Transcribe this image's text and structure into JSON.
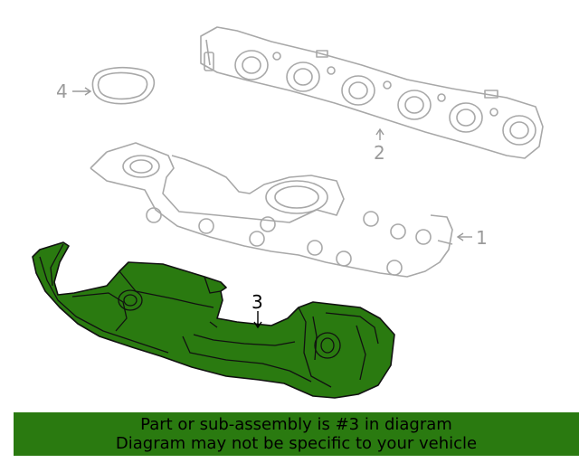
{
  "callouts": {
    "c1": "1",
    "c2": "2",
    "c3": "3",
    "c4": "4"
  },
  "banner": {
    "line1": "Part or sub-assembly is #3 in diagram",
    "line2": "Diagram may not be specific to your vehicle"
  },
  "colors": {
    "highlight": "#2a7a10",
    "linework": "#a8a8a8",
    "banner": "#2a7a10"
  },
  "icons": [
    "exhaust-manifold-gasket",
    "exhaust-manifold",
    "heat-shield",
    "gasket-ring"
  ]
}
